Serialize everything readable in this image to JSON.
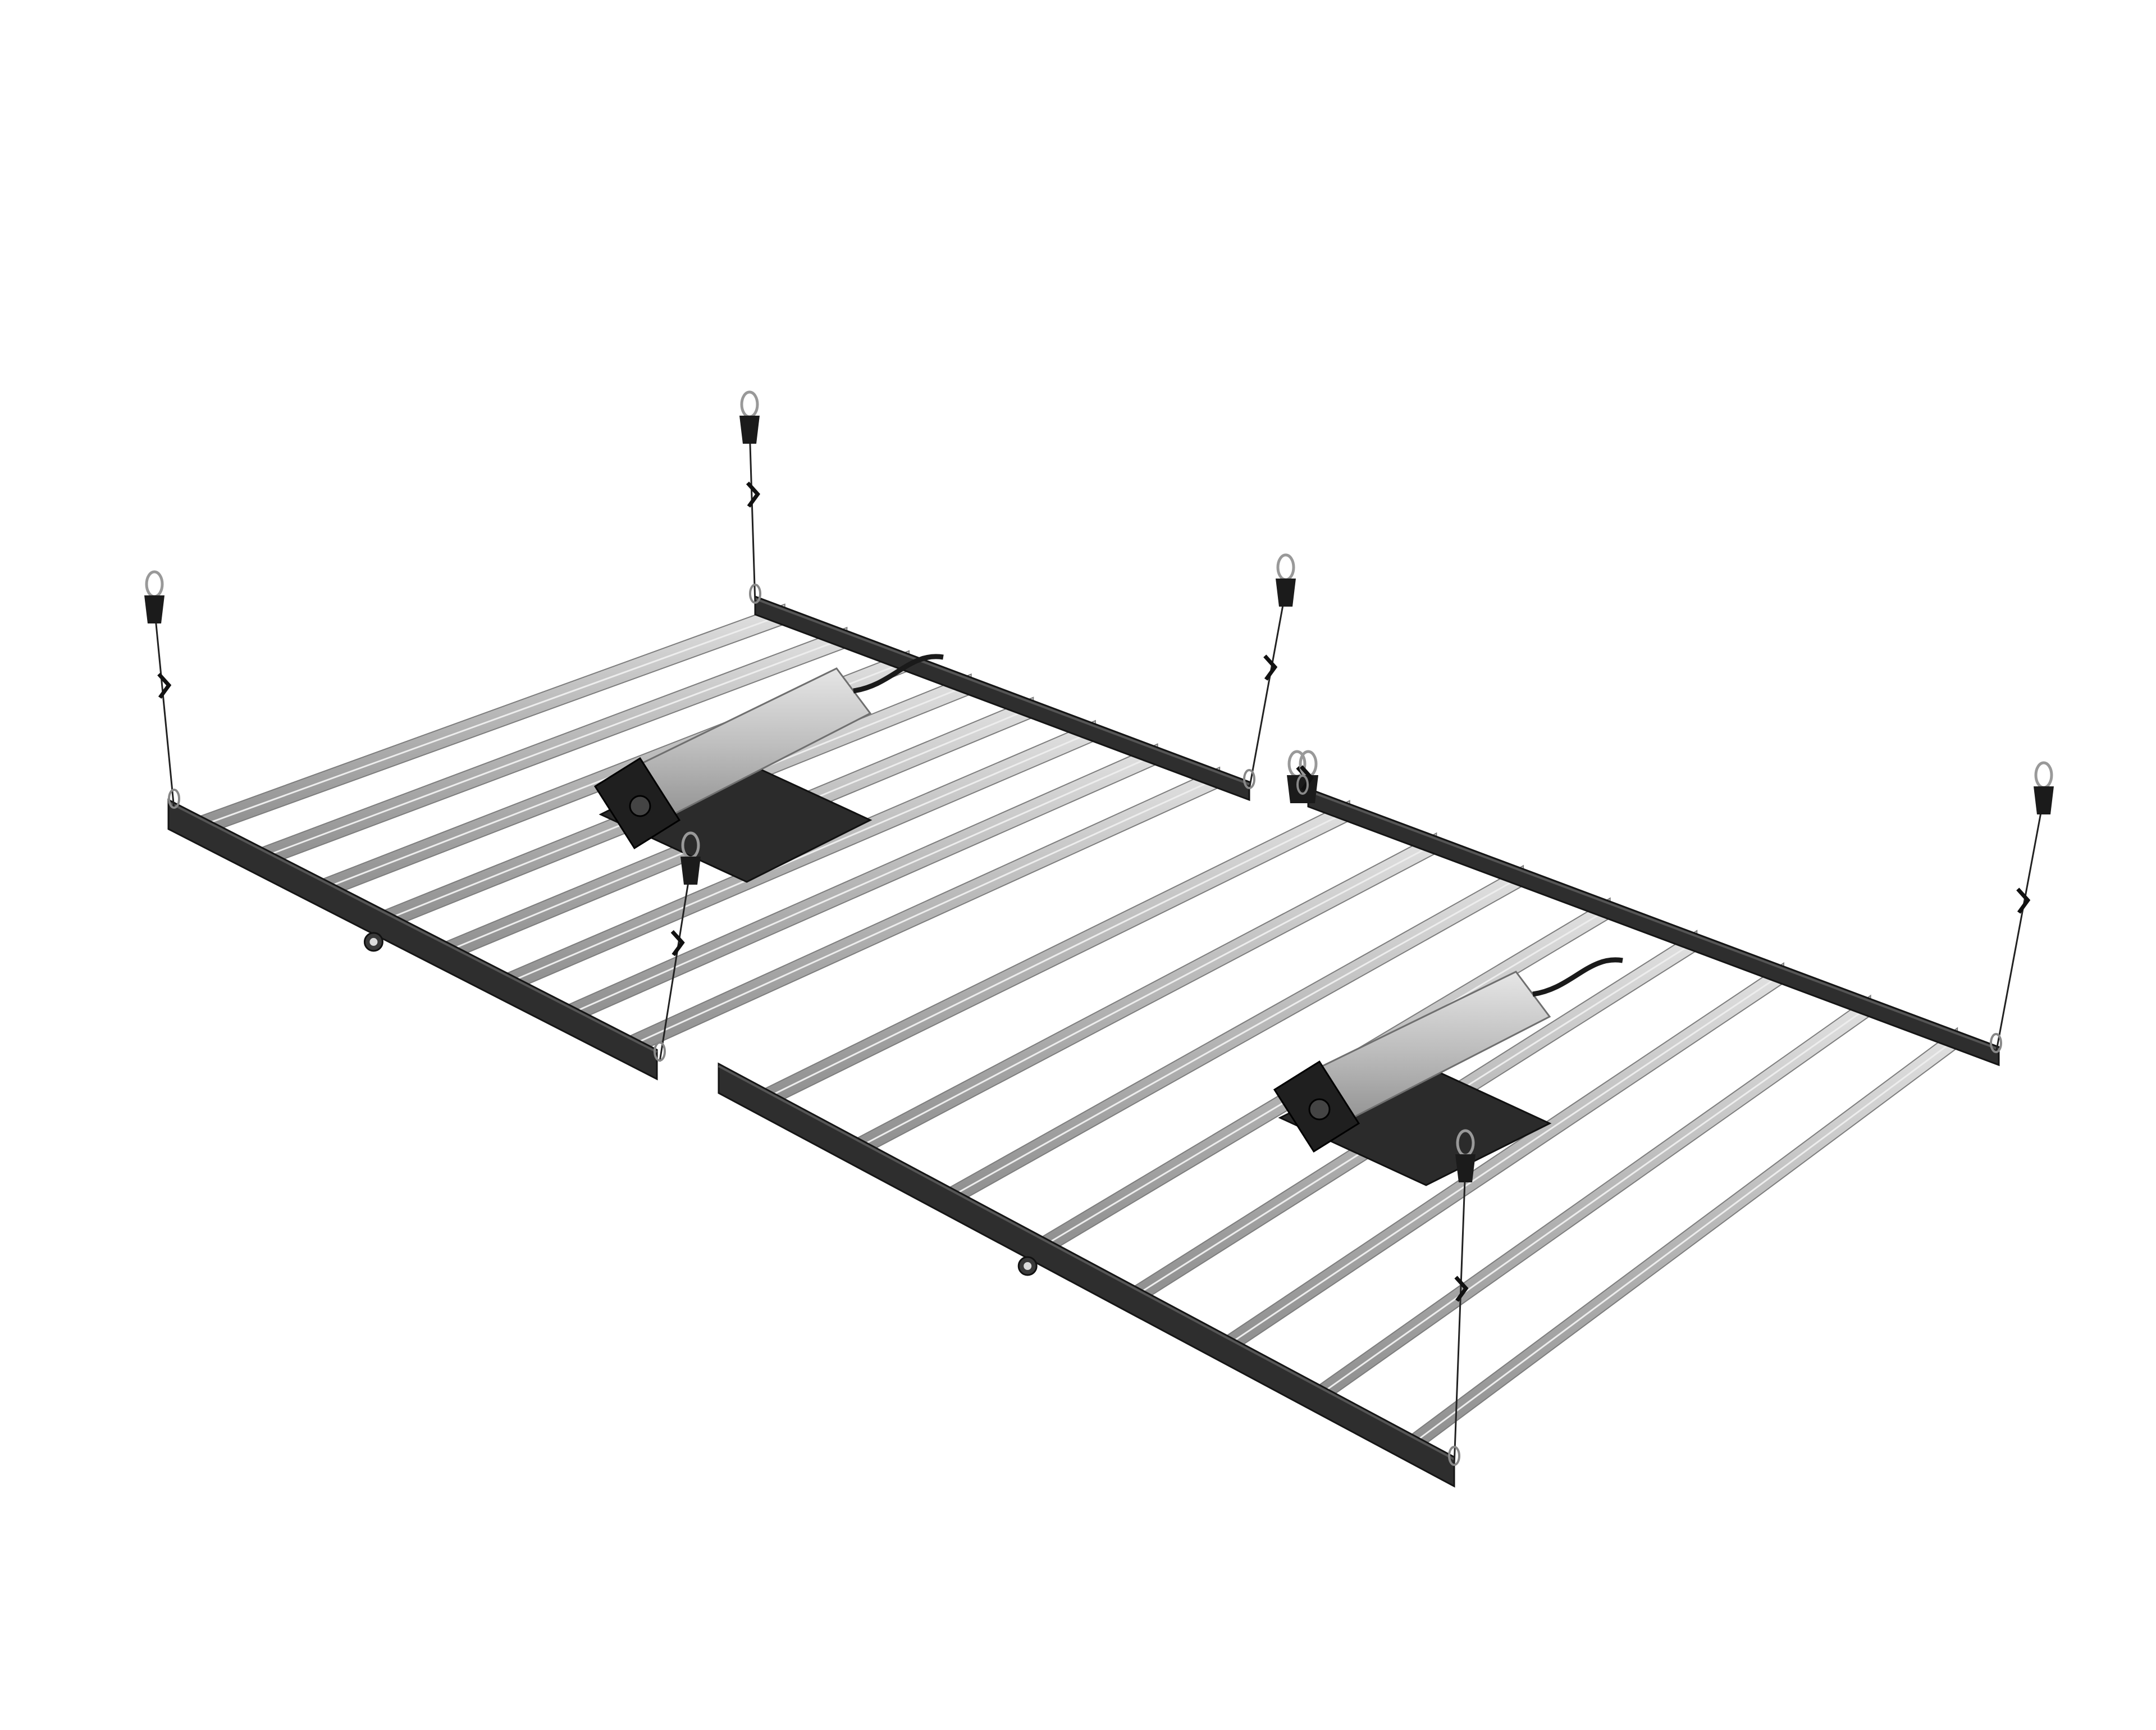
{
  "scene": {
    "kind": "product-render",
    "background_color": "#ffffff",
    "fixtures": [
      {
        "name": "left-grow-light-fixture",
        "bar_count": 8,
        "bar_color": "#b7b7b7",
        "frame_color": "#2e2e2e",
        "driver_color": "#c4c4c4",
        "hangers": 4
      },
      {
        "name": "right-grow-light-fixture",
        "bar_count": 8,
        "bar_color": "#b7b7b7",
        "frame_color": "#2e2e2e",
        "driver_color": "#c4c4c4",
        "hangers": 4
      }
    ]
  }
}
